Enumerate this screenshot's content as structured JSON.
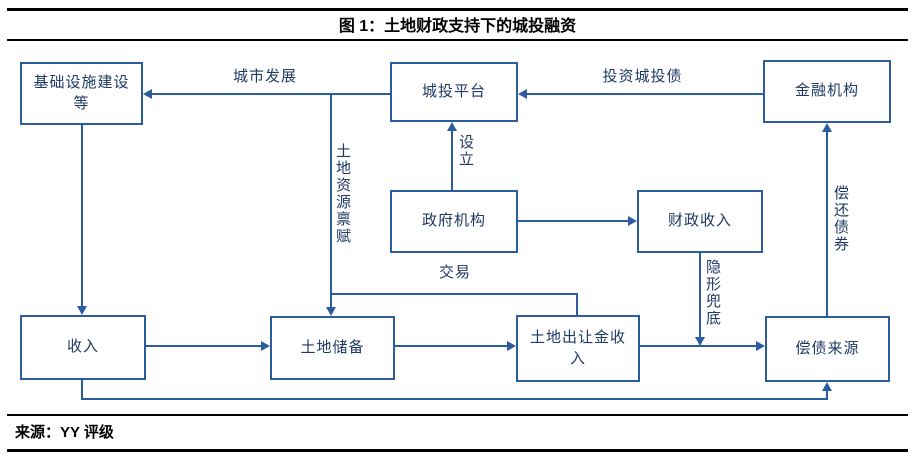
{
  "header": {
    "title": "图 1：土地财政支持下的城投融资"
  },
  "footer": {
    "source": "来源：YY 评级"
  },
  "colors": {
    "diagram_line": "#2b5ca0",
    "diagram_text": "#1f3864",
    "rule_and_title": "#000000"
  },
  "diagram": {
    "boxes": {
      "infrastructure": "基础设施建设等",
      "platform": "城投平台",
      "financial_institution": "金融机构",
      "government": "政府机构",
      "fiscal_revenue": "财政收入",
      "income": "收入",
      "land_reserve": "土地储备",
      "land_sale_income": "土地出让金收入",
      "repayment_source": "偿债来源"
    },
    "edge_labels": {
      "urban_development": "城市发展",
      "invest_urban_bonds": "投资城投债",
      "land_resource_endowment": "土地资源禀赋",
      "establish": "设立",
      "transaction": "交易",
      "implicit_guarantee": "隐形兜底",
      "repay_bonds": "偿还债券"
    }
  }
}
